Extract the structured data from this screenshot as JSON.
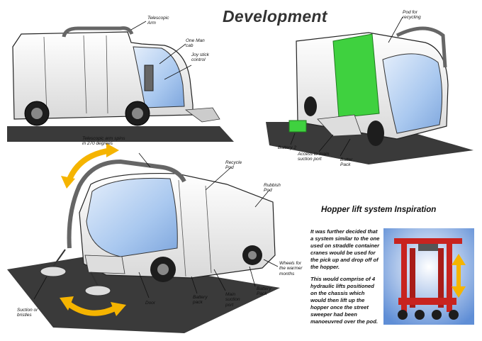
{
  "title": "Development",
  "labels": {
    "telescopic_arm": "Telescopic\nArm",
    "one_man_cab": "One Man\ncab",
    "joystick_control": "Joy stick\ncontrol",
    "pod_for_recycling": "Pod for\nrecycling",
    "battery_2": "Battery 2",
    "access_main_suction": "Access to main\nsuction port",
    "battery_pack_top": "Batter\nPack",
    "telescopic_spins": "Telescopic arm spins\nin 270 degrees",
    "recycle_pod": "Recycle\nPod",
    "rubbish_pod": "Rubbish\nPod",
    "wheels_warmer": "Wheels for\nthe warmer\nmonths",
    "battery_pack_right": "Battery\nPack",
    "main_suction_port": "Main\nsuction\nport",
    "battery_pack_mid": "Battery\npack",
    "door": "Door",
    "suction_or_bristles": "Suction or\nbristles"
  },
  "hopper_title": "Hopper lift system Inspiration",
  "hopper_para1": "It was further decided that a system similar to the one used on straddle container cranes would be used for the pick up and drop off of the hopper.",
  "hopper_para2": "This would comprise of 4 hydraulic lifts positioned on the chassis which would then lift up the hopper once the street sweeper had been manoeuvred over the pod.",
  "colors": {
    "accent_arrow": "#f5b400",
    "recycle_pod": "#3fd13f",
    "ground": "#3a3a3a",
    "crane_red": "#c8231f",
    "glass_blue": "#a9c8ef"
  }
}
